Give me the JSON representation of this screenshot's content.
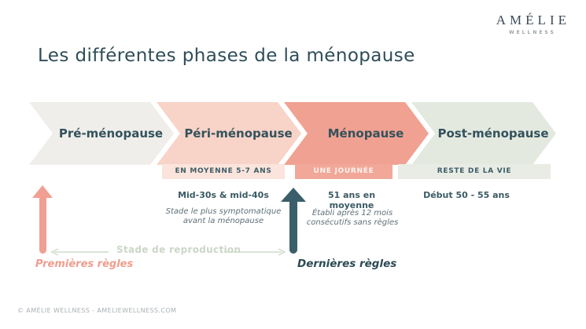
{
  "logo": {
    "brand": "AMÉLIE",
    "sub": "WELLNESS"
  },
  "title": "Les différentes phases de la ménopause",
  "phases": [
    {
      "label": "Pré-ménopause",
      "color": "#f0eeea"
    },
    {
      "label": "Péri-ménopause",
      "color": "#f8d3c8",
      "duration_label": "EN MOYENNE 5-7 ANS",
      "duration_bg": "#fbe4dc",
      "age": "Mid-30s & mid-40s",
      "note": "Stade le plus symptomatique avant la ménopause"
    },
    {
      "label": "Ménopause",
      "color": "#f0a192",
      "duration_label": "UNE JOURNÉE",
      "duration_bg": "#f1a898",
      "age": "51 ans en moyenne",
      "note": "Établi après 12 mois consécutifs sans règles"
    },
    {
      "label": "Post-ménopause",
      "color": "#e4e9e0",
      "duration_label": "RESTE DE LA VIE",
      "duration_bg": "#e8ece5",
      "age": "Début 50 - 55 ans"
    }
  ],
  "annotations": {
    "premieres_regles": "Premières règles",
    "dernieres_regles": "Dernières règles",
    "stade_reproduction": "Stade de reproduction"
  },
  "footer": {
    "copyright": "© AMÉLIE WELLNESS - AMELIEWELLNESS.COM"
  },
  "colors": {
    "title_text": "#2e4d58",
    "body_text": "#3b5a64",
    "pink_accent": "#f0a092",
    "salmon_arrow": "#f0a192",
    "light_pink_arrow": "#f8d3c8",
    "neutral_arrow": "#f0eeea",
    "green_arrow": "#e4e9e0",
    "teal_accent": "#3a5f6a",
    "sage_text": "#cbd7c7"
  }
}
